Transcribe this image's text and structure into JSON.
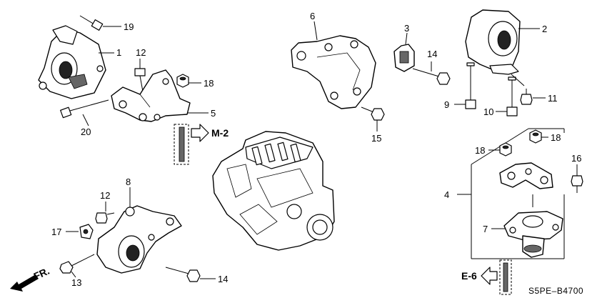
{
  "diagram": {
    "code": "S5PE–B4700",
    "front_label": "FR.",
    "references": {
      "m2": "M-2",
      "e6": "E-6"
    },
    "callouts": {
      "p1": "1",
      "p2": "2",
      "p3": "3",
      "p4": "4",
      "p5": "5",
      "p6": "6",
      "p7": "7",
      "p8": "8",
      "p9": "9",
      "p10": "10",
      "p11": "11",
      "p12a": "12",
      "p12b": "12",
      "p13": "13",
      "p14a": "14",
      "p14b": "14",
      "p15": "15",
      "p16": "16",
      "p17": "17",
      "p18a": "18",
      "p18b": "18",
      "p18c": "18",
      "p19": "19",
      "p20": "20"
    }
  }
}
